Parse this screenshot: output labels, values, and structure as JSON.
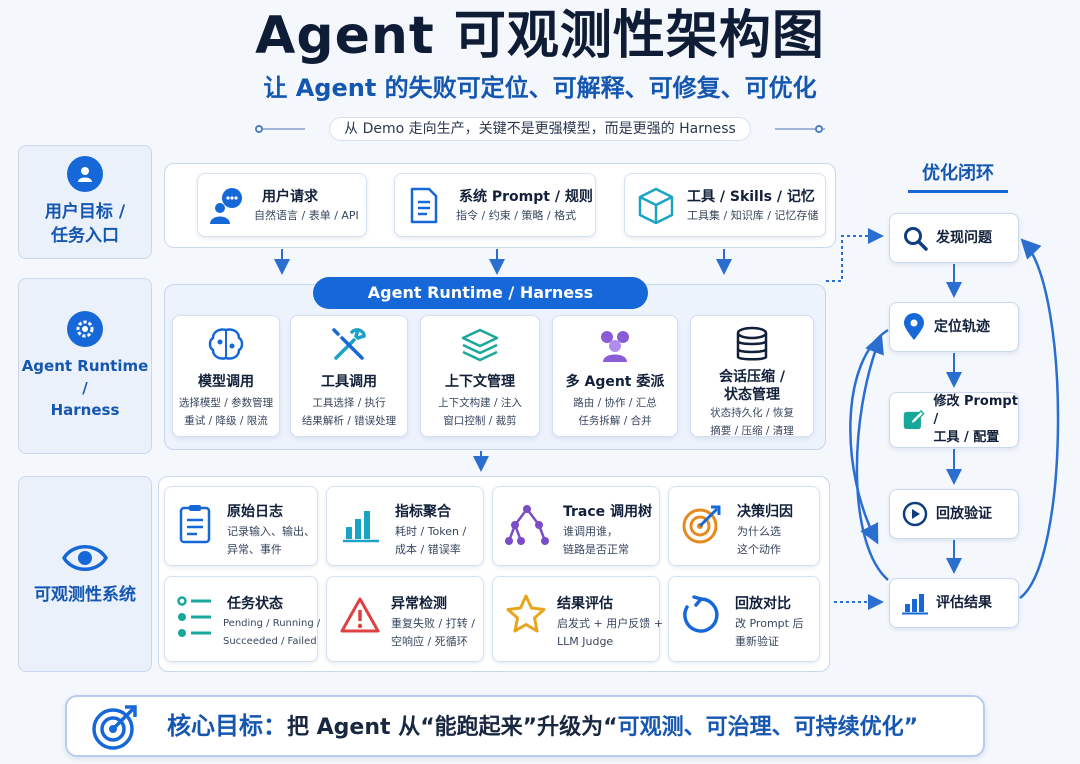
{
  "header": {
    "title": "Agent 可观测性架构图",
    "subtitle": "让 Agent 的失败可定位、可解释、可修复、可优化",
    "tagline": "从 Demo 走向生产，关键不是更强模型，而是更强的 Harness"
  },
  "rows": {
    "input": {
      "label_line1": "用户目标 /",
      "label_line2": "任务入口",
      "icon": "user-icon"
    },
    "runtime": {
      "label_line1": "Agent Runtime /",
      "label_line2": "Harness",
      "icon": "gear-icon",
      "tab": "Agent Runtime / Harness"
    },
    "observability": {
      "label": "可观测性系统",
      "icon": "eye-icon"
    }
  },
  "input_cards": [
    {
      "title": "用户请求",
      "desc": "自然语言 / 表单 / API",
      "icon": "user-chat-icon"
    },
    {
      "title": "系统 Prompt / 规则",
      "desc": "指令 / 约束 / 策略 / 格式",
      "icon": "document-icon"
    },
    {
      "title": "工具 / Skills / 记忆",
      "desc": "工具集 / 知识库 / 记忆存储",
      "icon": "cube-icon"
    }
  ],
  "runtime_cards": [
    {
      "title": "模型调用",
      "desc1": "选择模型 / 参数管理",
      "desc2": "重试 / 降级 / 限流",
      "icon": "brain-icon"
    },
    {
      "title": "工具调用",
      "desc1": "工具选择 / 执行",
      "desc2": "结果解析 / 错误处理",
      "icon": "tools-icon"
    },
    {
      "title": "上下文管理",
      "desc1": "上下文构建 / 注入",
      "desc2": "窗口控制 / 裁剪",
      "icon": "layers-icon"
    },
    {
      "title": "多 Agent 委派",
      "desc1": "路由 / 协作 / 汇总",
      "desc2": "任务拆解 / 合并",
      "icon": "team-icon"
    },
    {
      "title_line1": "会话压缩 /",
      "title_line2": "状态管理",
      "desc1": "状态持久化 / 恢复",
      "desc2": "摘要 / 压缩 / 清理",
      "icon": "database-icon"
    }
  ],
  "observability_cards": [
    {
      "title": "原始日志",
      "desc1": "记录输入、输出、",
      "desc2": "异常、事件",
      "icon": "clipboard-icon"
    },
    {
      "title": "指标聚合",
      "desc1": "耗时 / Token /",
      "desc2": "成本 / 错误率",
      "icon": "bar-chart-icon"
    },
    {
      "title": "Trace 调用树",
      "desc1": "谁调用谁，",
      "desc2": "链路是否正常",
      "icon": "tree-icon"
    },
    {
      "title": "决策归因",
      "desc1": "为什么选",
      "desc2": "这个动作",
      "icon": "target-icon"
    },
    {
      "title": "任务状态",
      "desc1": "Pending / Running /",
      "desc2": "Succeeded / Failed",
      "icon": "list-icon"
    },
    {
      "title": "异常检测",
      "desc1": "重复失败 / 打转 /",
      "desc2": "空响应 / 死循环",
      "icon": "warning-icon"
    },
    {
      "title": "结果评估",
      "desc1": "启发式 + 用户反馈 +",
      "desc2": "LLM Judge",
      "icon": "star-icon"
    },
    {
      "title": "回放对比",
      "desc1": "改 Prompt 后",
      "desc2": "重新验证",
      "icon": "replay-icon"
    }
  ],
  "loop": {
    "title": "优化闭环",
    "nodes": [
      {
        "label": "发现问题",
        "icon": "search-icon"
      },
      {
        "label": "定位轨迹",
        "icon": "location-pin-icon"
      },
      {
        "label_line1": "修改 Prompt /",
        "label_line2": "工具 / 配置",
        "icon": "edit-icon"
      },
      {
        "label": "回放验证",
        "icon": "play-icon"
      },
      {
        "label": "评估结果",
        "icon": "bar-chart-icon"
      }
    ]
  },
  "banner": {
    "lead": "核心目标：",
    "mid": "把 Agent 从“能跑起来”升级为“",
    "end": "可观测、可治理、可持续优化”",
    "icon": "target-arrow-icon"
  },
  "colors": {
    "primary": "#1668d9",
    "heading": "#1557b0",
    "panel_border": "#c9d8ee"
  }
}
